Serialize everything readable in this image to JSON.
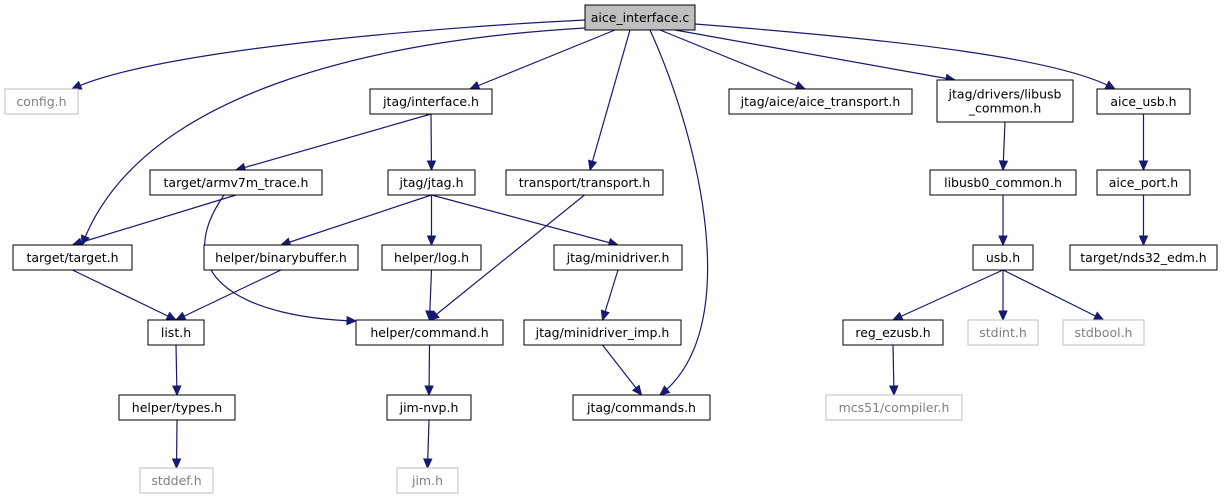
{
  "nodes": {
    "root": "aice_interface.c",
    "config": "config.h",
    "interface": "jtag/interface.h",
    "transport": "transport/transport.h",
    "aice_transport": "jtag/aice/aice_transport.h",
    "libusb_common": [
      "jtag/drivers/libusb",
      "_common.h"
    ],
    "aice_usb": "aice_usb.h",
    "armv7m_trace": "target/armv7m_trace.h",
    "jtag": "jtag/jtag.h",
    "target": "target/target.h",
    "binarybuffer": "helper/binarybuffer.h",
    "log": "helper/log.h",
    "minidriver": "jtag/minidriver.h",
    "list": "list.h",
    "command": "helper/command.h",
    "minidriver_imp": "jtag/minidriver_imp.h",
    "types": "helper/types.h",
    "jim_nvp": "jim-nvp.h",
    "commands": "jtag/commands.h",
    "stddef": "stddef.h",
    "jim": "jim.h",
    "libusb0_common": "libusb0_common.h",
    "usb": "usb.h",
    "reg_ezusb": "reg_ezusb.h",
    "stdint": "stdint.h",
    "stdbool": "stdbool.h",
    "compiler": "mcs51/compiler.h",
    "aice_port": "aice_port.h",
    "nds32_edm": "target/nds32_edm.h"
  },
  "edges": [
    [
      "root",
      "config"
    ],
    [
      "root",
      "interface"
    ],
    [
      "root",
      "transport"
    ],
    [
      "root",
      "aice_transport"
    ],
    [
      "root",
      "libusb_common"
    ],
    [
      "root",
      "aice_usb"
    ],
    [
      "root",
      "target"
    ],
    [
      "root",
      "commands"
    ],
    [
      "interface",
      "armv7m_trace"
    ],
    [
      "interface",
      "jtag"
    ],
    [
      "armv7m_trace",
      "target"
    ],
    [
      "armv7m_trace",
      "command"
    ],
    [
      "jtag",
      "binarybuffer"
    ],
    [
      "jtag",
      "log"
    ],
    [
      "jtag",
      "minidriver"
    ],
    [
      "transport",
      "command"
    ],
    [
      "target",
      "list"
    ],
    [
      "binarybuffer",
      "list"
    ],
    [
      "log",
      "command"
    ],
    [
      "minidriver",
      "minidriver_imp"
    ],
    [
      "minidriver_imp",
      "commands"
    ],
    [
      "list",
      "types"
    ],
    [
      "types",
      "stddef"
    ],
    [
      "command",
      "jim_nvp"
    ],
    [
      "jim_nvp",
      "jim"
    ],
    [
      "libusb_common",
      "libusb0_common"
    ],
    [
      "libusb0_common",
      "usb"
    ],
    [
      "usb",
      "reg_ezusb"
    ],
    [
      "usb",
      "stdint"
    ],
    [
      "usb",
      "stdbool"
    ],
    [
      "reg_ezusb",
      "compiler"
    ],
    [
      "aice_usb",
      "aice_port"
    ],
    [
      "aice_port",
      "nds32_edm"
    ]
  ],
  "style": {
    "edge_color": "#191970",
    "root_fill": "#bfbfbf",
    "external_border": "#bfbfbf",
    "external_text": "#7f7f7f"
  }
}
